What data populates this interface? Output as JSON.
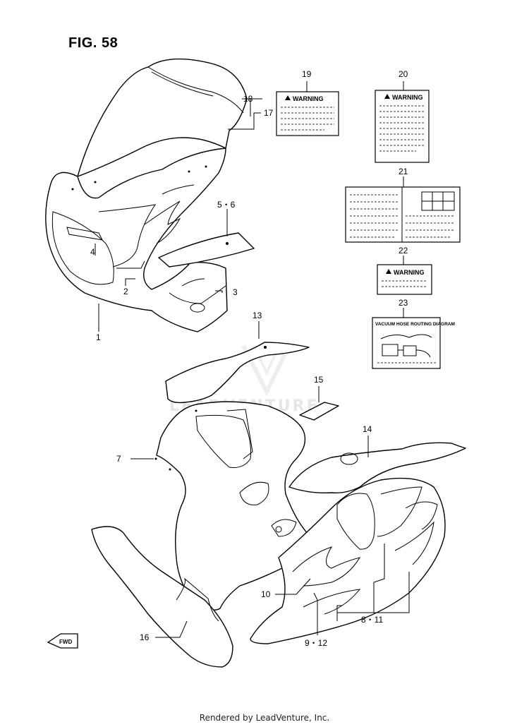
{
  "figure": {
    "title": "FIG. 58"
  },
  "footer": {
    "text": "Rendered by LeadVenture, Inc."
  },
  "watermark": {
    "text": "LEADVENTURE"
  },
  "fwd_tag": {
    "text": "FWD"
  },
  "callouts": {
    "c1": "1",
    "c2": "2",
    "c3": "3",
    "c4": "4",
    "c56": "5・6",
    "c7": "7",
    "c811": "8・11",
    "c912": "9・12",
    "c10": "10",
    "c13": "13",
    "c14": "14",
    "c15": "15",
    "c16": "16",
    "c17": "17",
    "c18": "18",
    "c19": "19",
    "c20": "20",
    "c21": "21",
    "c22": "22",
    "c23": "23"
  },
  "labels": {
    "warning_19": "WARNING",
    "warning_20": "WARNING",
    "warning_22": "WARNING",
    "vacuum_23": "VACUUM HOSE ROUTING DIAGRAM"
  }
}
